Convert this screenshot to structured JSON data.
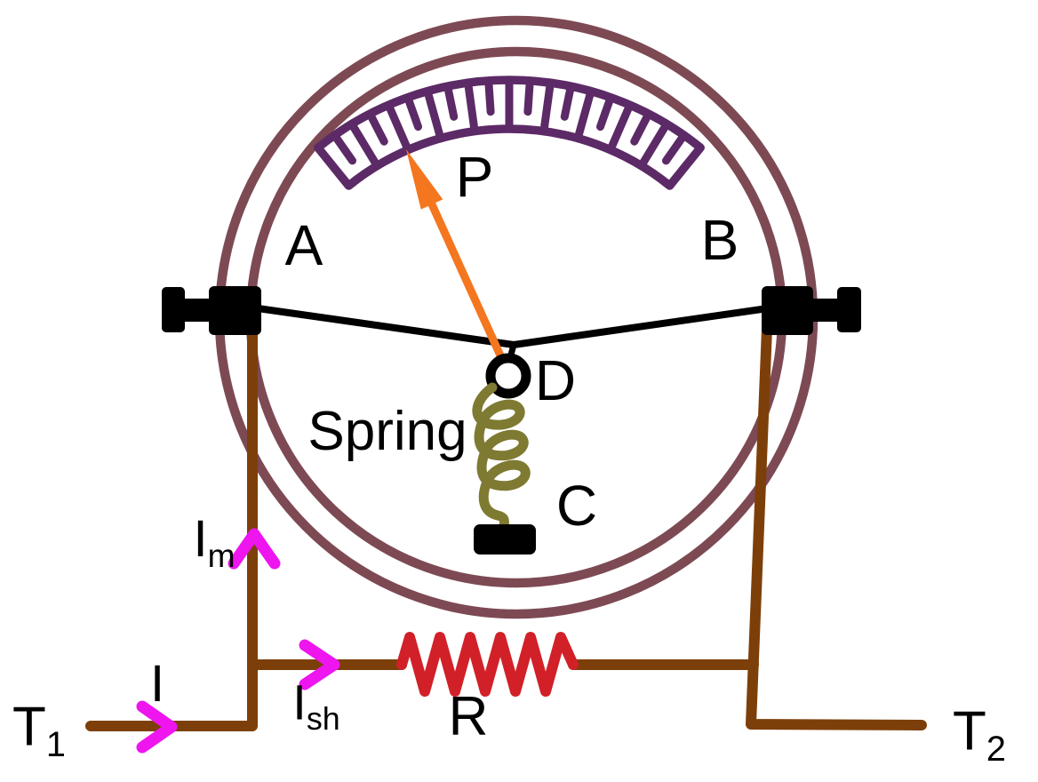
{
  "diagram": {
    "title": "hot-wire ammeter schematic",
    "labels": {
      "wire_end_left": "A",
      "wire_end_right": "B",
      "pointer": "P",
      "pivot": "D",
      "spring": "Spring",
      "anchor_block": "C",
      "meter_current": {
        "base": "I",
        "sub": "m"
      },
      "line_current": "I",
      "shunt_current": {
        "base": "I",
        "sub": "sh"
      },
      "shunt_resistor": "R",
      "terminal_left": {
        "base": "T",
        "sub": "1"
      },
      "terminal_right": {
        "base": "T",
        "sub": "2"
      }
    },
    "colors": {
      "meter_body_rings": "#7d4a54",
      "scale_arc": "#5c2a66",
      "pointer_needle": "#f4761f",
      "hot_wire": "#000000",
      "spring_coil": "#7e7a32",
      "circuit_wire": "#7d3f09",
      "resistor": "#d12028",
      "current_arrows": "#ee15ee"
    }
  }
}
